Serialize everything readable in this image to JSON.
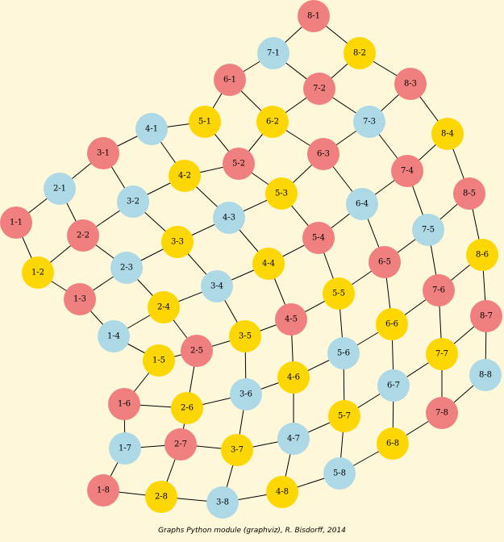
{
  "caption": "Graphs Python module (graphviz), R. Bisdorff, 2014",
  "colors": {
    "background": "#fff7d9",
    "red": "#f08080",
    "yellow": "#ffd700",
    "blue": "#add8e6",
    "edge": "#000000"
  },
  "nodes": [
    {
      "id": "8-1",
      "color": "red"
    },
    {
      "id": "7-1",
      "color": "blue"
    },
    {
      "id": "8-2",
      "color": "yellow"
    },
    {
      "id": "6-1",
      "color": "red"
    },
    {
      "id": "7-2",
      "color": "red"
    },
    {
      "id": "8-3",
      "color": "red"
    },
    {
      "id": "5-1",
      "color": "yellow"
    },
    {
      "id": "6-2",
      "color": "yellow"
    },
    {
      "id": "7-3",
      "color": "blue"
    },
    {
      "id": "4-1",
      "color": "blue"
    },
    {
      "id": "8-4",
      "color": "yellow"
    },
    {
      "id": "3-1",
      "color": "red"
    },
    {
      "id": "6-3",
      "color": "red"
    },
    {
      "id": "5-2",
      "color": "red"
    },
    {
      "id": "7-4",
      "color": "red"
    },
    {
      "id": "4-2",
      "color": "yellow"
    },
    {
      "id": "2-1",
      "color": "blue"
    },
    {
      "id": "5-3",
      "color": "yellow"
    },
    {
      "id": "8-5",
      "color": "red"
    },
    {
      "id": "3-2",
      "color": "blue"
    },
    {
      "id": "6-4",
      "color": "blue"
    },
    {
      "id": "4-3",
      "color": "blue"
    },
    {
      "id": "1-1",
      "color": "red"
    },
    {
      "id": "7-5",
      "color": "blue"
    },
    {
      "id": "2-2",
      "color": "red"
    },
    {
      "id": "5-4",
      "color": "red"
    },
    {
      "id": "3-3",
      "color": "yellow"
    },
    {
      "id": "8-6",
      "color": "yellow"
    },
    {
      "id": "6-5",
      "color": "red"
    },
    {
      "id": "4-4",
      "color": "yellow"
    },
    {
      "id": "2-3",
      "color": "blue"
    },
    {
      "id": "1-2",
      "color": "yellow"
    },
    {
      "id": "3-4",
      "color": "blue"
    },
    {
      "id": "7-6",
      "color": "red"
    },
    {
      "id": "5-5",
      "color": "yellow"
    },
    {
      "id": "1-3",
      "color": "red"
    },
    {
      "id": "2-4",
      "color": "yellow"
    },
    {
      "id": "8-7",
      "color": "red"
    },
    {
      "id": "4-5",
      "color": "red"
    },
    {
      "id": "6-6",
      "color": "yellow"
    },
    {
      "id": "1-4",
      "color": "blue"
    },
    {
      "id": "3-5",
      "color": "yellow"
    },
    {
      "id": "2-5",
      "color": "red"
    },
    {
      "id": "7-7",
      "color": "yellow"
    },
    {
      "id": "5-6",
      "color": "blue"
    },
    {
      "id": "1-5",
      "color": "yellow"
    },
    {
      "id": "8-8",
      "color": "blue"
    },
    {
      "id": "4-6",
      "color": "yellow"
    },
    {
      "id": "6-7",
      "color": "blue"
    },
    {
      "id": "3-6",
      "color": "blue"
    },
    {
      "id": "1-6",
      "color": "red"
    },
    {
      "id": "2-6",
      "color": "yellow"
    },
    {
      "id": "5-7",
      "color": "yellow"
    },
    {
      "id": "7-8",
      "color": "red"
    },
    {
      "id": "4-7",
      "color": "blue"
    },
    {
      "id": "2-7",
      "color": "red"
    },
    {
      "id": "1-7",
      "color": "blue"
    },
    {
      "id": "3-7",
      "color": "yellow"
    },
    {
      "id": "6-8",
      "color": "yellow"
    },
    {
      "id": "5-8",
      "color": "blue"
    },
    {
      "id": "1-8",
      "color": "red"
    },
    {
      "id": "2-8",
      "color": "yellow"
    },
    {
      "id": "4-8",
      "color": "yellow"
    },
    {
      "id": "3-8",
      "color": "blue"
    }
  ],
  "edges": [
    [
      "8-1",
      "7-1"
    ],
    [
      "8-1",
      "8-2"
    ],
    [
      "7-1",
      "6-1"
    ],
    [
      "7-1",
      "7-2"
    ],
    [
      "8-2",
      "7-2"
    ],
    [
      "8-2",
      "8-3"
    ],
    [
      "6-1",
      "5-1"
    ],
    [
      "6-1",
      "6-2"
    ],
    [
      "7-2",
      "6-2"
    ],
    [
      "7-2",
      "7-3"
    ],
    [
      "8-3",
      "7-3"
    ],
    [
      "8-3",
      "8-4"
    ],
    [
      "5-1",
      "4-1"
    ],
    [
      "5-1",
      "5-2"
    ],
    [
      "6-2",
      "5-2"
    ],
    [
      "6-2",
      "6-3"
    ],
    [
      "7-3",
      "6-3"
    ],
    [
      "7-3",
      "7-4"
    ],
    [
      "8-4",
      "7-4"
    ],
    [
      "8-4",
      "8-5"
    ],
    [
      "4-1",
      "3-1"
    ],
    [
      "4-1",
      "4-2"
    ],
    [
      "5-2",
      "4-2"
    ],
    [
      "5-2",
      "5-3"
    ],
    [
      "6-3",
      "5-3"
    ],
    [
      "6-3",
      "6-4"
    ],
    [
      "7-4",
      "6-4"
    ],
    [
      "7-4",
      "7-5"
    ],
    [
      "8-5",
      "7-5"
    ],
    [
      "8-5",
      "8-6"
    ],
    [
      "3-1",
      "2-1"
    ],
    [
      "3-1",
      "3-2"
    ],
    [
      "4-2",
      "3-2"
    ],
    [
      "4-2",
      "4-3"
    ],
    [
      "5-3",
      "4-3"
    ],
    [
      "5-3",
      "5-4"
    ],
    [
      "6-4",
      "5-4"
    ],
    [
      "6-4",
      "6-5"
    ],
    [
      "7-5",
      "6-5"
    ],
    [
      "7-5",
      "7-6"
    ],
    [
      "8-6",
      "7-6"
    ],
    [
      "8-6",
      "8-7"
    ],
    [
      "2-1",
      "1-1"
    ],
    [
      "2-1",
      "2-2"
    ],
    [
      "3-2",
      "2-2"
    ],
    [
      "3-2",
      "3-3"
    ],
    [
      "4-3",
      "3-3"
    ],
    [
      "4-3",
      "4-4"
    ],
    [
      "5-4",
      "4-4"
    ],
    [
      "5-4",
      "5-5"
    ],
    [
      "6-5",
      "5-5"
    ],
    [
      "6-5",
      "6-6"
    ],
    [
      "7-6",
      "6-6"
    ],
    [
      "7-6",
      "7-7"
    ],
    [
      "8-7",
      "7-7"
    ],
    [
      "8-7",
      "8-8"
    ],
    [
      "1-1",
      "1-2"
    ],
    [
      "2-2",
      "1-2"
    ],
    [
      "2-2",
      "2-3"
    ],
    [
      "3-3",
      "2-3"
    ],
    [
      "3-3",
      "3-4"
    ],
    [
      "4-4",
      "3-4"
    ],
    [
      "4-4",
      "4-5"
    ],
    [
      "5-5",
      "4-5"
    ],
    [
      "5-5",
      "5-6"
    ],
    [
      "6-6",
      "5-6"
    ],
    [
      "6-6",
      "6-7"
    ],
    [
      "7-7",
      "6-7"
    ],
    [
      "7-7",
      "7-8"
    ],
    [
      "8-8",
      "7-8"
    ],
    [
      "1-2",
      "1-3"
    ],
    [
      "2-3",
      "1-3"
    ],
    [
      "2-3",
      "2-4"
    ],
    [
      "3-4",
      "2-4"
    ],
    [
      "3-4",
      "3-5"
    ],
    [
      "4-5",
      "3-5"
    ],
    [
      "4-5",
      "4-6"
    ],
    [
      "5-6",
      "4-6"
    ],
    [
      "5-6",
      "5-7"
    ],
    [
      "6-7",
      "5-7"
    ],
    [
      "6-7",
      "6-8"
    ],
    [
      "7-8",
      "6-8"
    ],
    [
      "1-3",
      "1-4"
    ],
    [
      "2-4",
      "1-4"
    ],
    [
      "2-4",
      "2-5"
    ],
    [
      "3-5",
      "2-5"
    ],
    [
      "3-5",
      "3-6"
    ],
    [
      "4-6",
      "3-6"
    ],
    [
      "4-6",
      "4-7"
    ],
    [
      "5-7",
      "4-7"
    ],
    [
      "5-7",
      "5-8"
    ],
    [
      "6-8",
      "5-8"
    ],
    [
      "1-4",
      "1-5"
    ],
    [
      "2-5",
      "1-5"
    ],
    [
      "2-5",
      "2-6"
    ],
    [
      "3-6",
      "2-6"
    ],
    [
      "3-6",
      "3-7"
    ],
    [
      "4-7",
      "3-7"
    ],
    [
      "4-7",
      "4-8"
    ],
    [
      "5-8",
      "4-8"
    ],
    [
      "1-5",
      "1-6"
    ],
    [
      "2-6",
      "1-6"
    ],
    [
      "2-6",
      "2-7"
    ],
    [
      "3-7",
      "2-7"
    ],
    [
      "3-7",
      "3-8"
    ],
    [
      "4-8",
      "3-8"
    ],
    [
      "1-6",
      "1-7"
    ],
    [
      "2-7",
      "1-7"
    ],
    [
      "2-7",
      "2-8"
    ],
    [
      "3-8",
      "2-8"
    ],
    [
      "1-7",
      "1-8"
    ],
    [
      "2-8",
      "1-8"
    ]
  ]
}
